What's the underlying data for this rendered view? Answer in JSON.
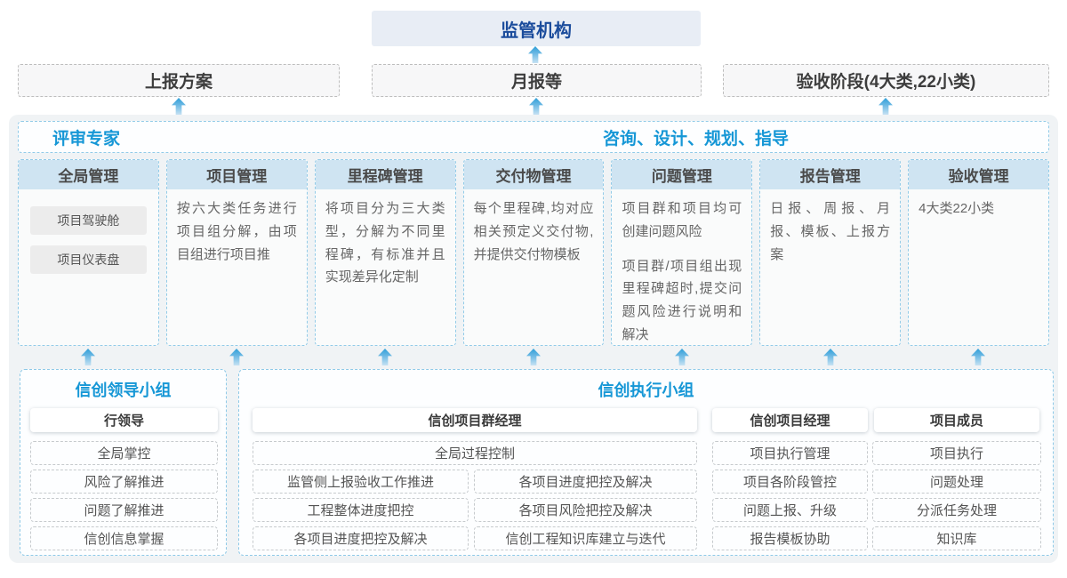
{
  "colors": {
    "accent_blue": "#1697d6",
    "navy_title": "#1b4c9c",
    "panel_bg": "#f0f3f5",
    "column_header_bg": "#cfe4f2",
    "dashed_blue_border": "#92cbe8",
    "arrow_blue": "#2f9fd8"
  },
  "top": {
    "regulator": "监管机构",
    "row2_items": [
      "上报方案",
      "月报等",
      "验收阶段(4大类,22小类)"
    ]
  },
  "panel": {
    "expert_label": "评审专家",
    "consult_label": "咨询、设计、规划、指导",
    "columns": [
      {
        "title": "全局管理",
        "pills": [
          "项目驾驶舱",
          "项目仪表盘"
        ]
      },
      {
        "title": "项目管理",
        "text": "按六大类任务进行项目组分解，由项目组进行项目推"
      },
      {
        "title": "里程碑管理",
        "text": "将项目分为三大类型，分解为不同里程碑，有标准并且实现差异化定制"
      },
      {
        "title": "交付物管理",
        "text": "每个里程碑,均对应相关预定义交付物,并提供交付物模板"
      },
      {
        "title": "问题管理",
        "paragraphs": [
          "项目群和项目均可创建问题风险",
          "项目群/项目组出现里程碑超时,提交问题风险进行说明和解决"
        ]
      },
      {
        "title": "报告管理",
        "text": "日报、周报、月报、模板、上报方案"
      },
      {
        "title": "验收管理",
        "text": "4大类22小类"
      }
    ]
  },
  "bottom": {
    "leader_group": {
      "title": "信创领导小组",
      "role": "行领导",
      "items": [
        "全局掌控",
        "风险了解推进",
        "问题了解推进",
        "信创信息掌握"
      ]
    },
    "exec_group": {
      "title": "信创执行小组",
      "pgm": {
        "role": "信创项目群经理",
        "full_item": "全局过程控制",
        "left_items": [
          "监管侧上报验收工作推进",
          "工程整体进度把控",
          "各项目进度把控及解决"
        ],
        "right_items": [
          "各项目进度把控及解决",
          "各项目风险把控及解决",
          "信创工程知识库建立与迭代"
        ]
      },
      "pm": {
        "role": "信创项目经理",
        "items": [
          "项目执行管理",
          "项目各阶段管控",
          "问题上报、升级",
          "报告模板协助"
        ]
      },
      "member": {
        "role": "项目成员",
        "items": [
          "项目执行",
          "问题处理",
          "分派任务处理",
          "知识库"
        ]
      }
    }
  }
}
